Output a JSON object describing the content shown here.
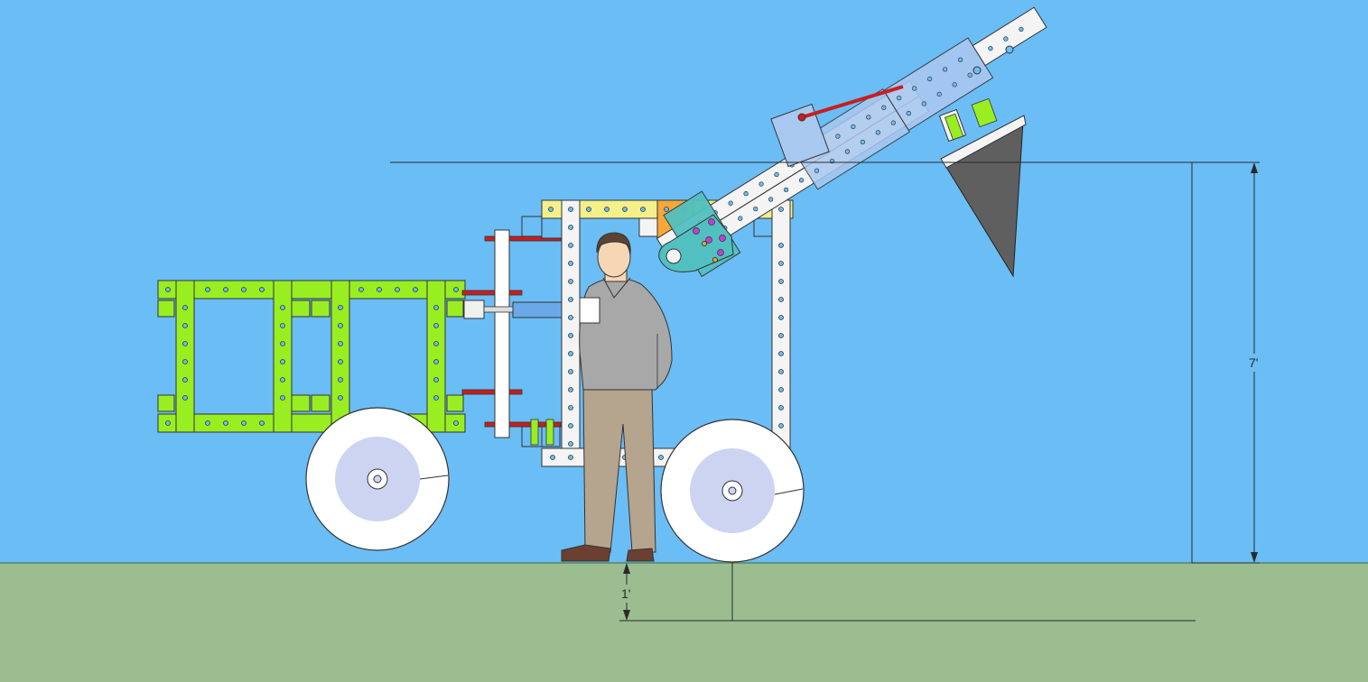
{
  "scene": {
    "sky_color": "#6bbdf5",
    "ground_color": "#9bbd90",
    "frame_colors": {
      "trailer": "#99ee22",
      "main_frame": "#f4f4f4",
      "top_beam": "#f4f08a",
      "bracket": "#f5a838",
      "pivot_plate": "#52c0c0",
      "arm_light": "#f4f4f4",
      "arm_blue": "#a9c8f0",
      "bucket": "#5f5f5f",
      "cylinder": "#6aa8e8",
      "tire": "#ffffff",
      "hub": "#ccd4f2",
      "shirt": "#a8a8a8",
      "pants": "#b5a48e",
      "shoes": "#6b4030",
      "hair": "#5a4332",
      "skin": "#f6d6b4",
      "red_rod": "#c81e1e"
    },
    "icons": [
      "person-figure",
      "wheel",
      "bucket",
      "hydraulic-cylinder"
    ]
  },
  "dimensions": {
    "height_label": "7'",
    "depth_label": "1'"
  }
}
